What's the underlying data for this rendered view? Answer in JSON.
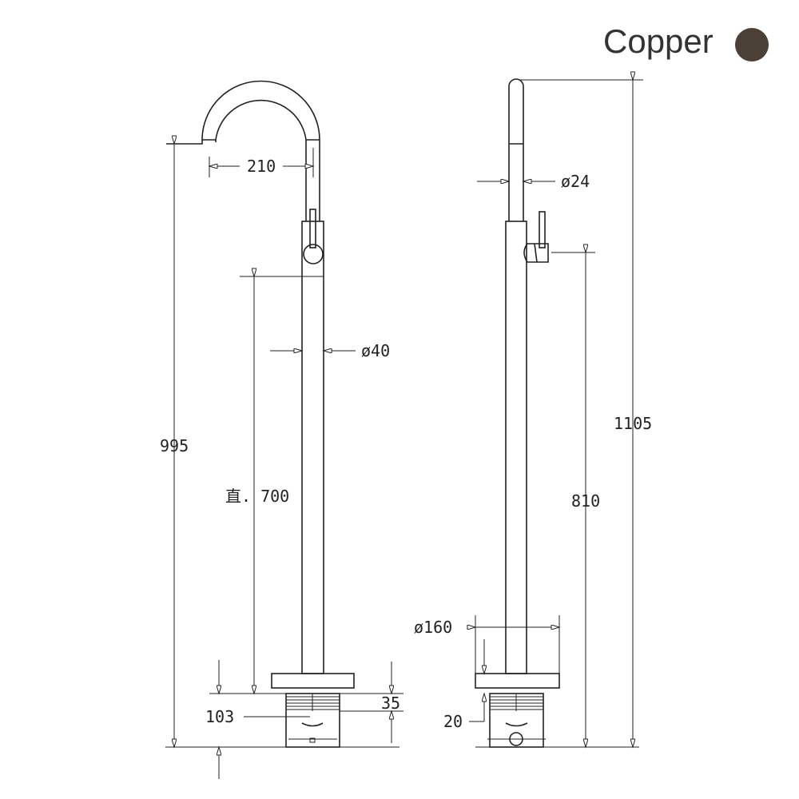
{
  "finish": {
    "label": "Copper",
    "color": "#4a4038"
  },
  "front_view": {
    "height_total": "995",
    "spout_reach": "210",
    "body_length": "直. 700",
    "body_diameter": "ø40",
    "cartridge_height": "35",
    "base_height": "103"
  },
  "side_view": {
    "height_total": "1105",
    "handle_height": "810",
    "spout_diameter": "ø24",
    "base_diameter": "ø160",
    "plate_gap": "20"
  }
}
